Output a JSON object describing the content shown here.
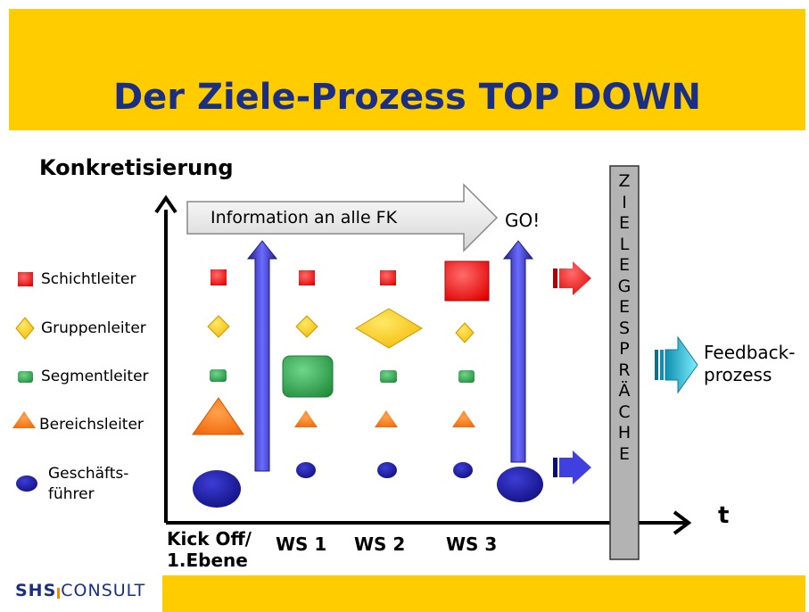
{
  "title": "Der Ziele-Prozess TOP DOWN",
  "y_axis_label": "Konkretisierung",
  "x_axis_label": "t",
  "x_categories": {
    "kickoff_line1": "Kick Off/",
    "kickoff_line2": "1.Ebene",
    "ws1": "WS 1",
    "ws2": "WS 2",
    "ws3": "WS 3"
  },
  "legend": {
    "schichtleiter": "Schichtleiter",
    "gruppenleiter": "Gruppenleiter",
    "segmentleiter": "Segmentleiter",
    "bereichsleiter": "Bereichsleiter",
    "geschaeftsfuehrer_1": "Geschäfts-",
    "geschaeftsfuehrer_2": "führer"
  },
  "info_arrow_text": "Information an alle FK",
  "go_text": "GO!",
  "zielgespraeche_letters": [
    "Z",
    "I",
    "E",
    "L",
    "E",
    "G",
    "E",
    "S",
    "P",
    "R",
    "Ä",
    "C",
    "H",
    "E"
  ],
  "feedback_line1": "Feedback-",
  "feedback_line2": "prozess",
  "logo": {
    "bold": "SHS",
    "thin": "CONSULT"
  },
  "colors": {
    "header": "#ffcc00",
    "title": "#1a2f84",
    "schichtleiter": "#ff1a1a",
    "gruppenleiter": "#ffcc00",
    "segmentleiter": "#2fa84f",
    "bereichsleiter": "#ff7a1a",
    "geschaeftsfuehrer": "#1a1a9e"
  }
}
